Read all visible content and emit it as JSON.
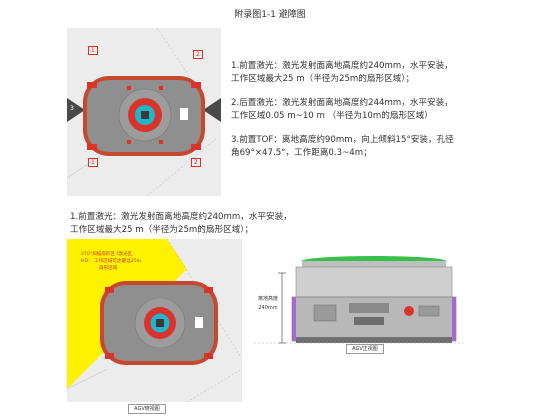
{
  "page": {
    "title": "附录图1-1  避障图"
  },
  "top_diagram": {
    "zone_labels": [
      "1",
      "2",
      "3",
      "1",
      "2"
    ]
  },
  "descriptions": {
    "item1_line1": "1.前置激光：激光发射面离地高度约240mm，水平安装，",
    "item1_line2": "工作区域最大25 m（半径为25m的扇形区域）；",
    "item2_line1": "2.后置激光：激光发射面离地高度约244mm，水平安装，",
    "item2_line2": "工作区域0.05 m~10 m （半径为10m的扇形区域）",
    "item3_line1": "3.前置TOF：离地高度约90mm，向上倾斜15°安装，孔径",
    "item3_line2": "角69°×47.5°，工作距离0.3~4m；"
  },
  "bottom_description": {
    "line1": "1.前置激光：激光发射面离地高度约240mm，水平安装，",
    "line2": "工作区域最大25 m（半径为25m的扇形区域）；"
  },
  "bottom_left_figure": {
    "legend_line1": "270°扫描扇形区 (激光区",
    "legend_line2": "HD：  工作区域可达最远25m",
    "legend_line3": "扇形区域",
    "caption": "AGV俯视图"
  },
  "bottom_right_figure": {
    "height_label": "离地高度",
    "height_value": "240mm",
    "caption": "AGV正视图"
  },
  "colors": {
    "robot_body": "#8f8f8f",
    "robot_rim": "#c8482f",
    "center_ring": "#d9342b",
    "center_core": "#1fb6c9",
    "sensor_fan": "#4a4a4a",
    "scan_zone": "#fff200",
    "top_plate": "#36c24a",
    "bumper_purple": "#a36ad0"
  }
}
